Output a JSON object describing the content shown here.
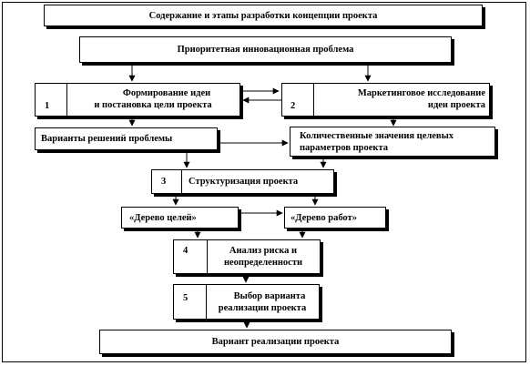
{
  "diagram": {
    "title": "Содержание и этапы разработки концепции проекта",
    "priority": "Приоритетная инновационная проблема",
    "idea": {
      "num": "1",
      "line1": "Формирование идеи",
      "line2": "и постановка цели проекта"
    },
    "marketing": {
      "num": "2",
      "line1": "Маркетинговое исследование",
      "line2": "идеи проекта"
    },
    "variants": "Варианты решений проблемы",
    "quant": {
      "line1": "Количественные значения целевых",
      "line2": "параметров проекта"
    },
    "structuring": {
      "num": "3",
      "text": "Структуризация проекта"
    },
    "goal_tree": "«Дерево целей»",
    "work_tree": "«Дерево работ»",
    "risk": {
      "num": "4",
      "line1": "Анализ риска и",
      "line2": "неопределенности"
    },
    "choice": {
      "num": "5",
      "line1": "Выбор варианта",
      "line2": "реализации проекта"
    },
    "final": "Вариант реализации проекта"
  }
}
